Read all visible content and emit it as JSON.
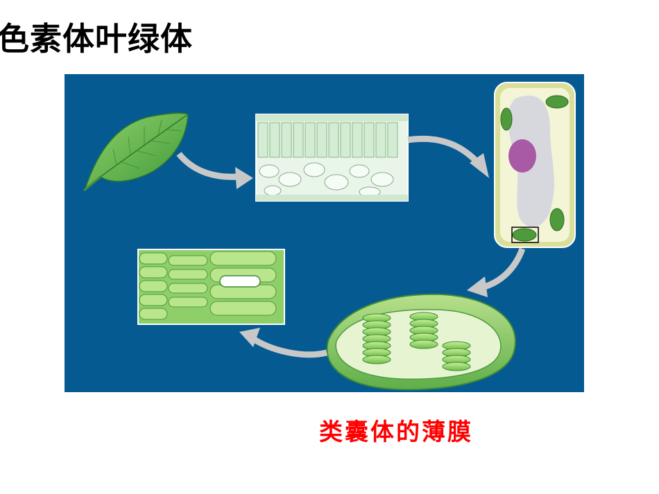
{
  "slide": {
    "title": "色素体叶绿体",
    "caption": "类囊体的薄膜"
  },
  "figure": {
    "background_color": "#055a91",
    "stages": [
      "leaf",
      "leaf-cross-section",
      "plant-cell",
      "chloroplast",
      "thylakoid-stack-closeup"
    ],
    "arrow_color": "#c8c8c8"
  }
}
